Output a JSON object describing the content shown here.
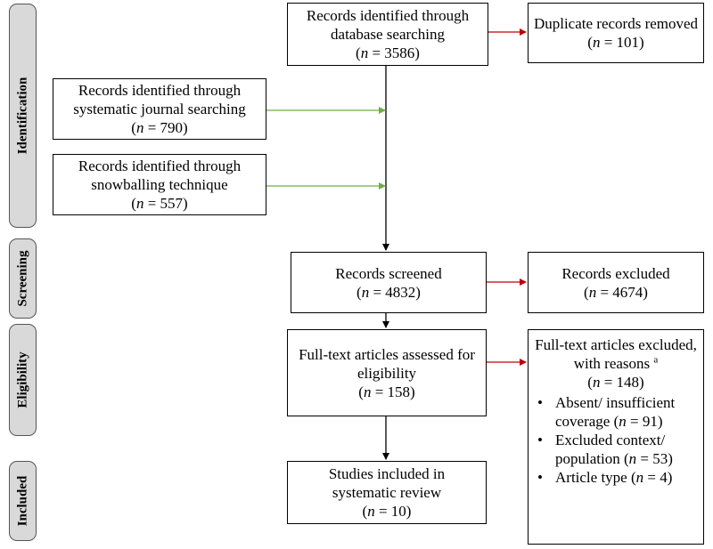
{
  "stages": {
    "identification": "Identification",
    "screening": "Screening",
    "eligibility": "Eligibility",
    "included": "Included"
  },
  "boxes": {
    "database": {
      "line1": "Records identified through",
      "line2": "database searching",
      "n_prefix": "(",
      "n_var": "n",
      "n_value": " = 3586)"
    },
    "duplicates": {
      "line1": "Duplicate records removed",
      "n_prefix": "(",
      "n_var": "n",
      "n_value": " = 101)"
    },
    "journal": {
      "line1": "Records identified through",
      "line2": "systematic journal searching",
      "n_prefix": "(",
      "n_var": "n",
      "n_value": " = 790)"
    },
    "snowball": {
      "line1": "Records identified through",
      "line2": "snowballing technique",
      "n_prefix": "(",
      "n_var": "n",
      "n_value": " = 557)"
    },
    "screened": {
      "line1": "Records screened",
      "n_prefix": "(",
      "n_var": "n",
      "n_value": " = 4832)"
    },
    "excluded": {
      "line1": "Records excluded",
      "n_prefix": "(",
      "n_var": "n",
      "n_value": " = 4674)"
    },
    "fulltext": {
      "line1": "Full-text articles assessed for",
      "line2": "eligibility",
      "n_prefix": "(",
      "n_var": "n",
      "n_value": " = 158)"
    },
    "fulltext_excluded": {
      "line1": "Full-text articles excluded,",
      "line2": "with reasons",
      "superscript": "a",
      "n_prefix": "(",
      "n_var": "n",
      "n_value": " = 148)",
      "reasons": [
        {
          "line1": "Absent/ insufficient",
          "line2_prefix": "coverage (",
          "n_var": "n",
          "line2_suffix": " = 91)"
        },
        {
          "line1": "Excluded context/",
          "line2_prefix": "population (",
          "n_var": "n",
          "line2_suffix": " = 53)"
        },
        {
          "line1_prefix": "Article type (",
          "n_var": "n",
          "line1_suffix": " = 4)"
        }
      ]
    },
    "included": {
      "line1": "Studies included in",
      "line2": "systematic review",
      "n_prefix": "(",
      "n_var": "n",
      "n_value": " = 10)"
    }
  },
  "colors": {
    "main_arrow": "#000000",
    "exclusion_arrow": "#c00000",
    "source_arrow": "#70ad47",
    "stage_fill": "#d9d9d9"
  }
}
